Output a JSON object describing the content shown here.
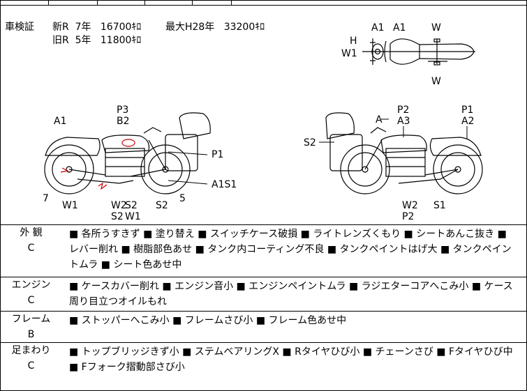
{
  "shaken": {
    "label": "車検証",
    "new_line": "新R  7年   16700ｷﾛ",
    "max_line": "最大H28年   33200ｷﾛ",
    "old_line": "旧R  5年   11800ｷﾛ"
  },
  "diagram": {
    "top_labels": [
      "A1",
      "A1",
      "W",
      "H",
      "W1",
      "W"
    ],
    "left_labels": [
      "P3",
      "B2",
      "A1",
      "P1",
      "A1S1",
      "7",
      "W1",
      "W2",
      "S2",
      "S2",
      "W1",
      "S2",
      "5"
    ],
    "right_labels": [
      "P2",
      "P1",
      "A",
      "A3",
      "A2",
      "S2",
      "W2",
      "P2",
      "S1"
    ]
  },
  "conditions": [
    {
      "title": "外    観",
      "grade": "C",
      "text": "■ 各所うすきず ■ 塗り替え ■ スイッチケース破損 ■ ライトレンズくもり ■ シートあんこ抜き ■ レバー削れ ■ 樹脂部色あせ ■ タンク内コーティング不良 ■ タンクペイントはげ大 ■ タンクペイントムラ ■ シート色あせ中"
    },
    {
      "title": "エンジン",
      "grade": "C",
      "text": "■ ケースカバー削れ ■ エンジン音小 ■ エンジンペイントムラ ■ ラジエターコアへこみ小 ■ ケース周り目立つオイルもれ"
    },
    {
      "title": "フレーム",
      "grade": "B",
      "text": "■ ストッパーへこみ小 ■ フレームさび小 ■ フレーム色あせ中"
    },
    {
      "title": "足まわり",
      "grade": "C",
      "text": "■ トップブリッジきず小 ■ ステムベアリングX ■ Rタイヤひび小 ■ チェーンさび ■ Fタイヤひび中 ■ Fフォーク摺動部さび小"
    }
  ]
}
